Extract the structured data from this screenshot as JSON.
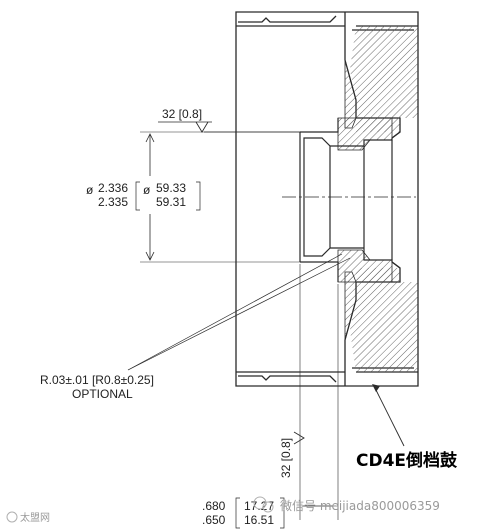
{
  "drawing": {
    "surface_finish_top": "32 [0.8]",
    "surface_finish_bottom": "32 [0.8]",
    "diameter_symbol": "ø",
    "bore_in_upper": "2.336",
    "bore_in_lower": "2.335",
    "bore_mm_upper": "59.33",
    "bore_mm_lower": "59.31",
    "radius_note_line1": "R.03±.01 [R0.8±0.25]",
    "radius_note_line2": "OPTIONAL",
    "width_in_upper": ".680",
    "width_in_lower": ".650",
    "width_mm_upper": "17.27",
    "width_mm_lower": "16.51",
    "caption": "CD4E倒档鼓"
  },
  "watermark": {
    "wechat_text": "微信号 meijiada800006359",
    "corner_text": "太盟网"
  },
  "colors": {
    "line": "#2a2a2a",
    "hatch": "#555555",
    "text": "#222222"
  }
}
